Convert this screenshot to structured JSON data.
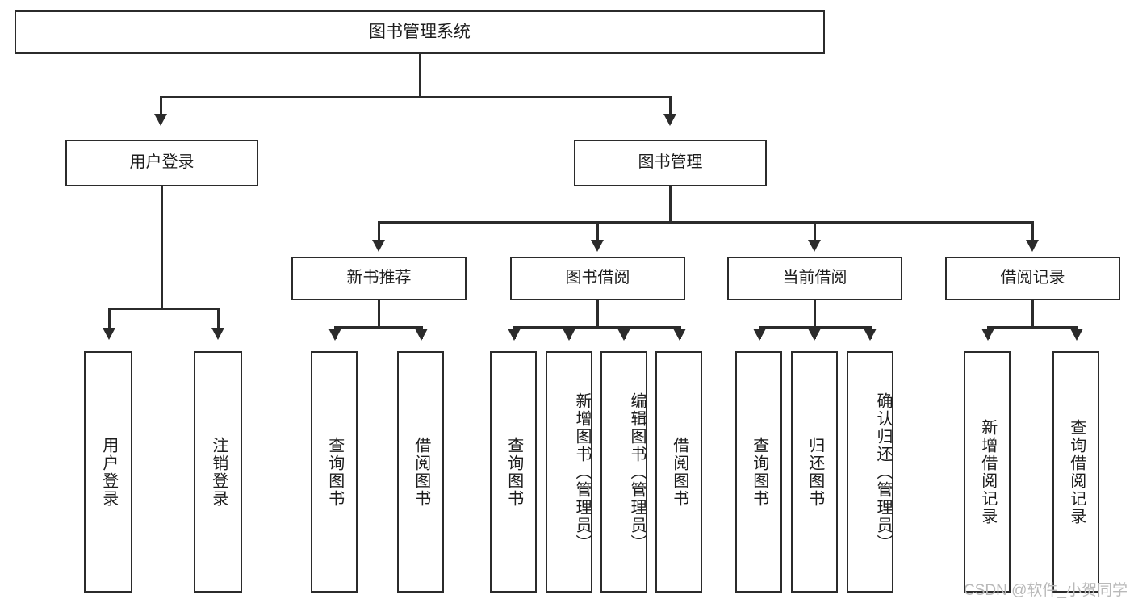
{
  "diagram": {
    "type": "tree",
    "title": "图书管理系统",
    "watermark": "CSDN @软件_小贺同学",
    "root": {
      "label": "图书管理系统"
    },
    "level2": [
      {
        "label": "用户登录"
      },
      {
        "label": "图书管理"
      }
    ],
    "level3": [
      {
        "label": "新书推荐"
      },
      {
        "label": "图书借阅"
      },
      {
        "label": "当前借阅"
      },
      {
        "label": "借阅记录"
      }
    ],
    "leaves": {
      "user_login": [
        {
          "label": "用户登录"
        },
        {
          "label": "注销登录"
        }
      ],
      "new_book": [
        {
          "label": "查询图书"
        },
        {
          "label": "借阅图书"
        }
      ],
      "book_borrow": [
        {
          "label": "查询图书"
        },
        {
          "label": "新增图书（管理员）"
        },
        {
          "label": "编辑图书（管理员）"
        },
        {
          "label": "借阅图书"
        }
      ],
      "current_borrow": [
        {
          "label": "查询图书"
        },
        {
          "label": "归还图书"
        },
        {
          "label": "确认归还（管理员）"
        }
      ],
      "borrow_record": [
        {
          "label": "新增借阅记录"
        },
        {
          "label": "查询借阅记录"
        }
      ]
    },
    "colors": {
      "stroke": "#2b2b2b",
      "fill": "#ffffff",
      "text": "#1d1d1d",
      "watermark": "#b9b9b9"
    }
  }
}
